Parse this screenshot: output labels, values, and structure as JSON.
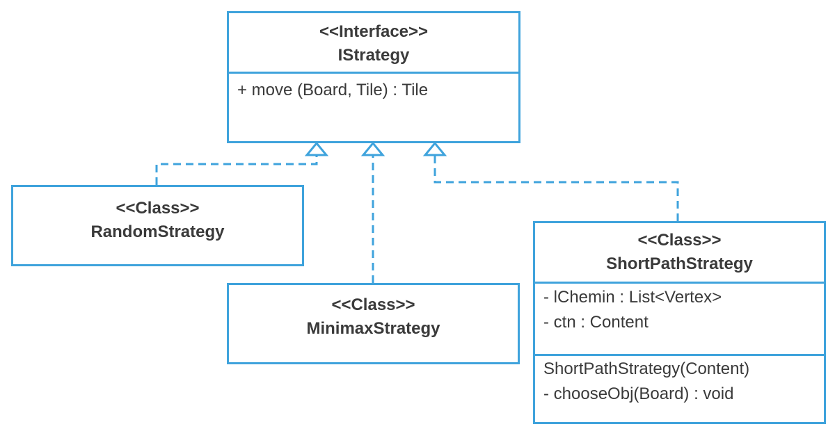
{
  "diagram": {
    "interface": {
      "stereotype": "<<Interface>>",
      "name": "IStrategy",
      "methods": [
        "+ move (Board, Tile) : Tile"
      ]
    },
    "random": {
      "stereotype": "<<Class>>",
      "name": "RandomStrategy"
    },
    "minimax": {
      "stereotype": "<<Class>>",
      "name": "MinimaxStrategy"
    },
    "shortpath": {
      "stereotype": "<<Class>>",
      "name": "ShortPathStrategy",
      "attributes": [
        "- lChemin : List<Vertex>",
        "- ctn : Content"
      ],
      "methods": [
        "ShortPathStrategy(Content)",
        "- chooseObj(Board) : void"
      ]
    },
    "relation": "realization",
    "line_color": "#3fa3dc"
  }
}
